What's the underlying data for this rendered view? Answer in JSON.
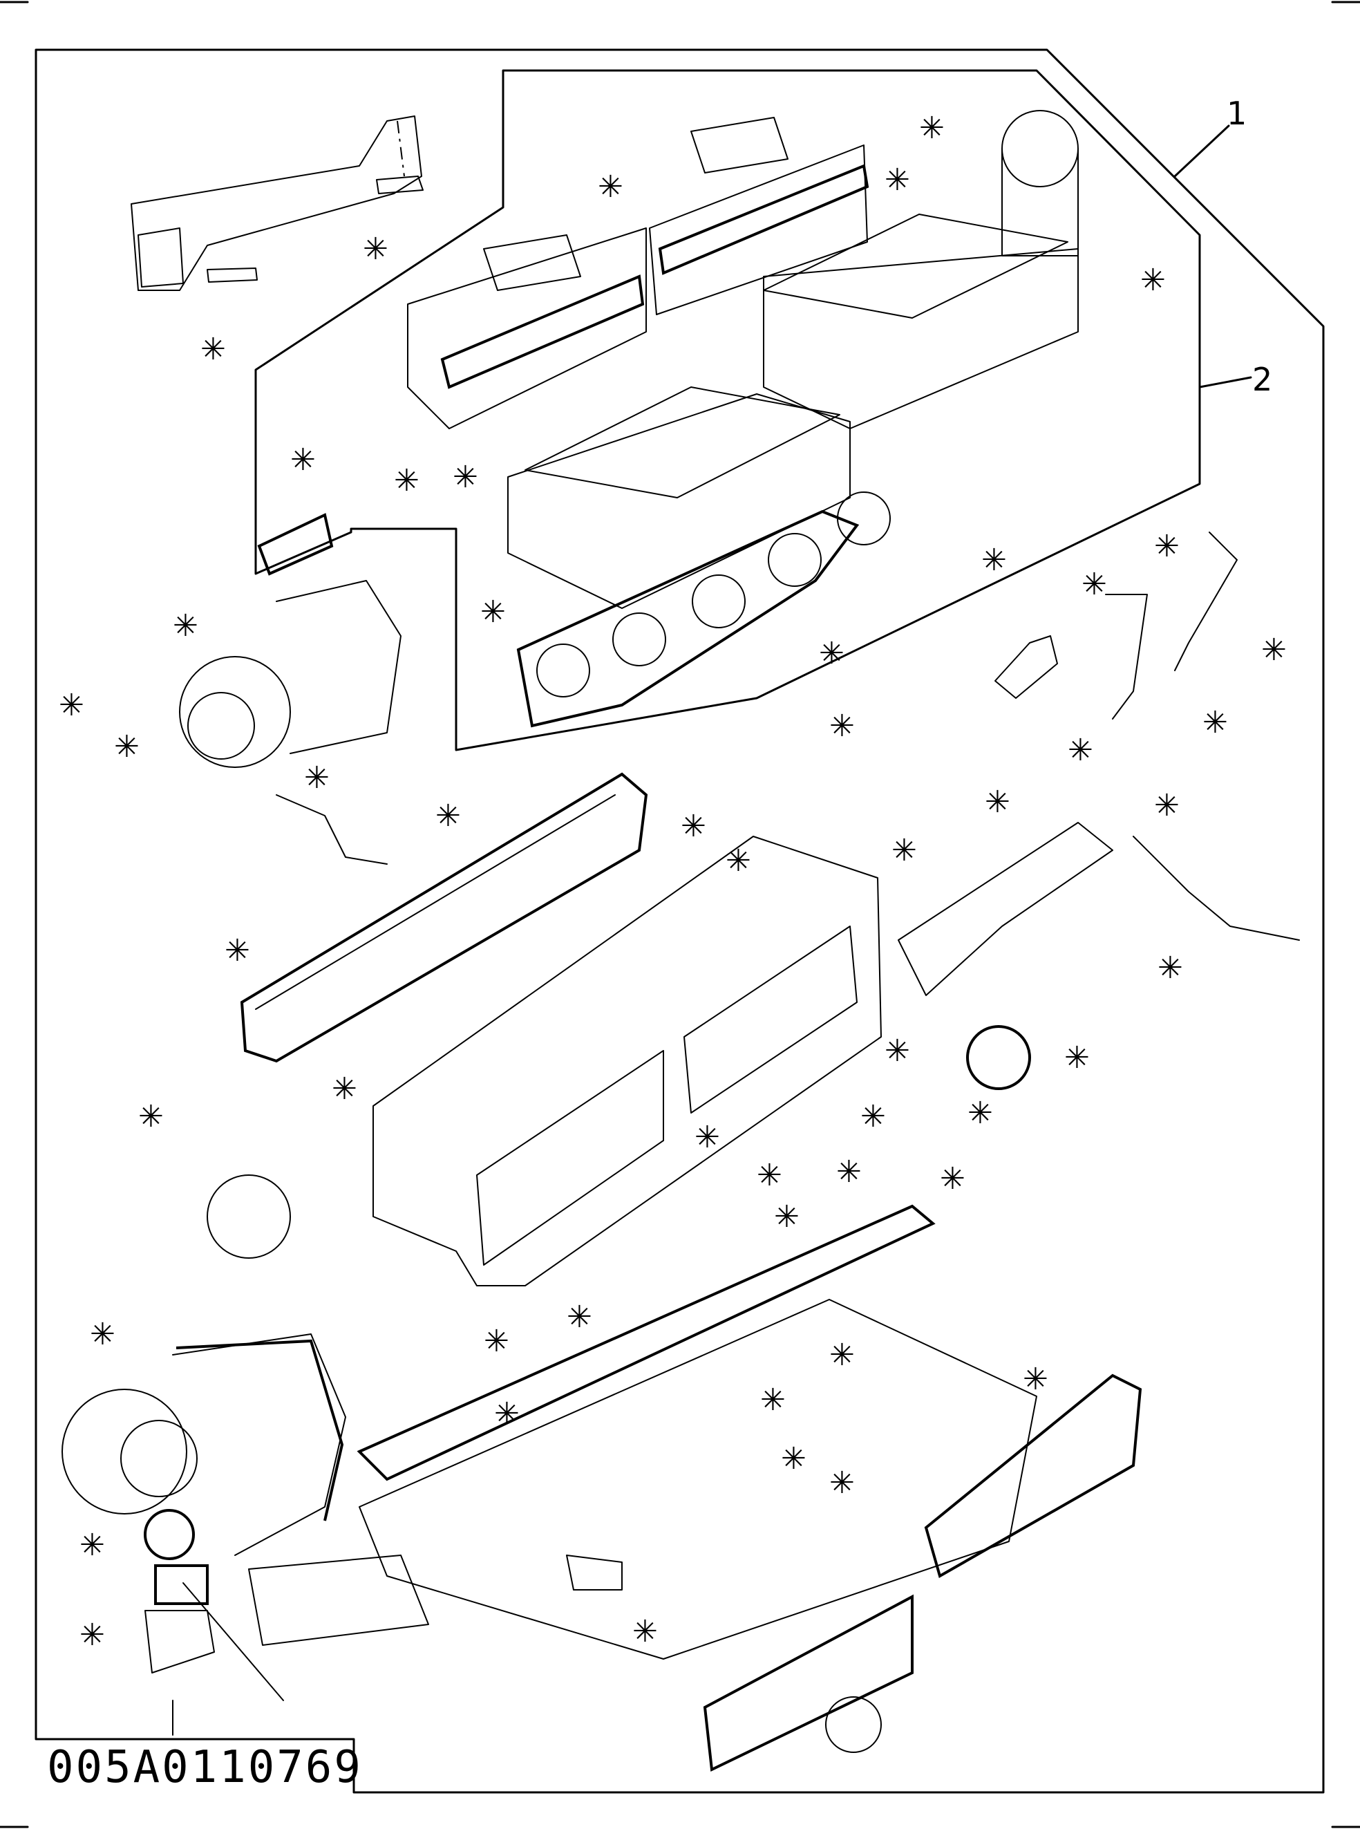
{
  "drawing_code": "005A0110769",
  "callouts": [
    "1",
    "2"
  ],
  "marker_symbol": "✳"
}
